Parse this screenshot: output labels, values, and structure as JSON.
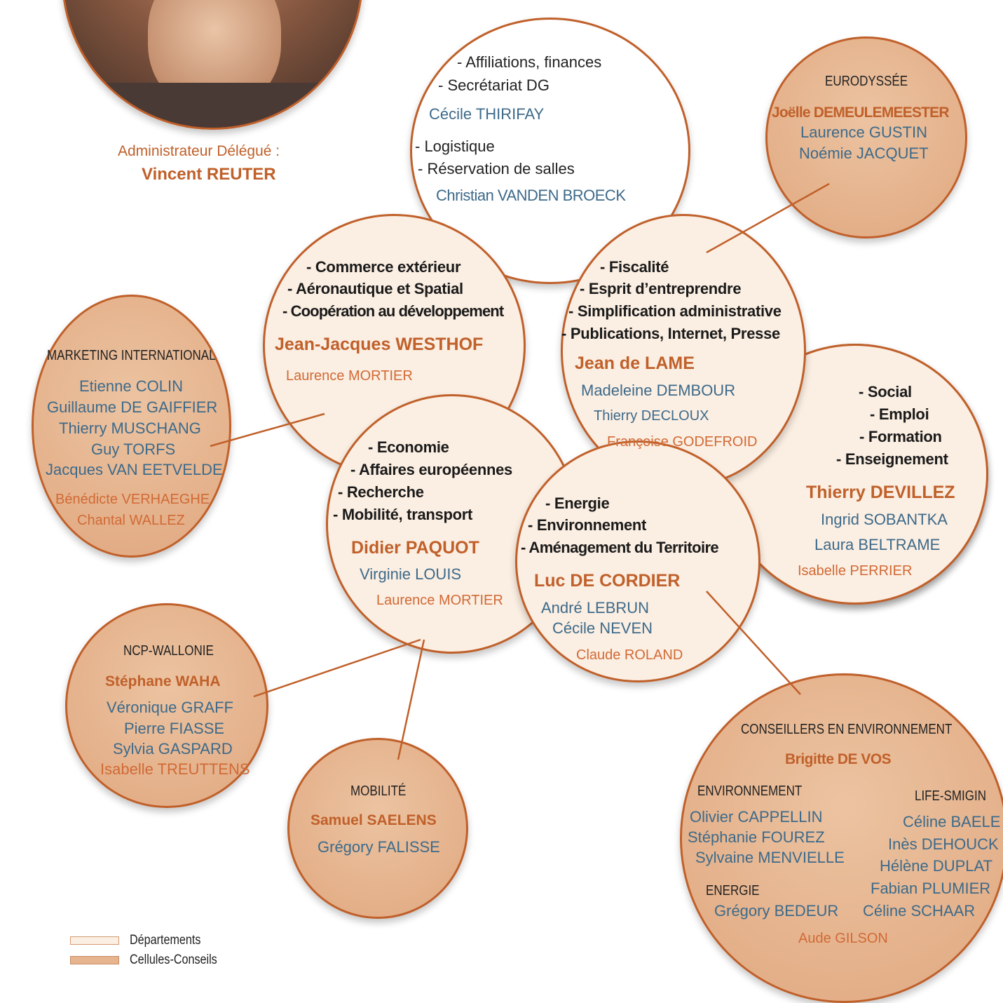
{
  "admin": {
    "role": "Administrateur Délégué :",
    "name": "Vincent REUTER"
  },
  "secretariat": {
    "line1": "- Affiliations, finances",
    "line2": "- Secrétariat DG",
    "person1": "Cécile THIRIFAY",
    "line3": "- Logistique",
    "line4": "- Réservation de salles",
    "person2": "Christian VANDEN BROECK"
  },
  "eurodyssee": {
    "title": "EURODYSSÉE",
    "lead": "Joëlle DEMEULEMEESTER",
    "members": [
      "Laurence GUSTIN",
      "Noémie JACQUET"
    ]
  },
  "westhof": {
    "topics": [
      "- Commerce extérieur",
      "- Aéronautique et Spatial",
      "- Coopération au développement"
    ],
    "head": "Jean-Jacques WESTHOF",
    "members": [
      "Laurence MORTIER"
    ]
  },
  "delame": {
    "topics": [
      "- Fiscalité",
      "- Esprit d’entreprendre",
      "- Simplification administrative",
      "- Publications, Internet, Presse"
    ],
    "head": "Jean de LAME",
    "members": [
      "Madeleine DEMBOUR",
      "Thierry DECLOUX",
      "Françoise GODEFROID"
    ]
  },
  "marketing": {
    "title": "MARKETING INTERNATIONAL",
    "members": [
      "Etienne COLIN",
      "Guillaume DE GAIFFIER",
      "Thierry MUSCHANG",
      "Guy TORFS",
      "Jacques VAN EETVELDE",
      "Bénédicte VERHAEGHE",
      "Chantal WALLEZ"
    ]
  },
  "devillez": {
    "topics": [
      "- Social",
      "- Emploi",
      "- Formation",
      "- Enseignement"
    ],
    "head": "Thierry DEVILLEZ",
    "members": [
      "Ingrid SOBANTKA",
      "Laura BELTRAME",
      "Isabelle PERRIER"
    ]
  },
  "paquot": {
    "topics": [
      "- Economie",
      "- Affaires européennes",
      "- Recherche",
      "- Mobilité, transport"
    ],
    "head": "Didier PAQUOT",
    "members": [
      "Virginie LOUIS",
      "Laurence MORTIER"
    ]
  },
  "decordier": {
    "topics": [
      "- Energie",
      "- Environnement",
      "- Aménagement du Territoire"
    ],
    "head": "Luc DE CORDIER",
    "members": [
      "André LEBRUN",
      "Cécile NEVEN",
      "Claude ROLAND"
    ]
  },
  "ncp": {
    "title": "NCP-WALLONIE",
    "lead": "Stéphane WAHA",
    "members": [
      "Véronique GRAFF",
      "Pierre FIASSE",
      "Sylvia GASPARD",
      "Isabelle TREUTTENS"
    ]
  },
  "mobilite": {
    "title": "MOBILITÉ",
    "lead": "Samuel SAELENS",
    "members": [
      "Grégory FALISSE"
    ]
  },
  "conseillers": {
    "title": "CONSEILLERS EN ENVIRONNEMENT",
    "lead": "Brigitte DE VOS",
    "env_title": "ENVIRONNEMENT",
    "env_members": [
      "Olivier CAPPELLIN",
      "Stéphanie FOUREZ",
      "Sylvaine MENVIELLE"
    ],
    "energie_title": "ENERGIE",
    "energie_members": [
      "Grégory BEDEUR"
    ],
    "life_title": "LIFE-SMIGIN",
    "life_members": [
      "Céline BAELE",
      "Inès DEHOUCK",
      "Hélène DUPLAT",
      "Fabian PLUMIER",
      "Céline SCHAAR"
    ],
    "footer": "Aude GILSON"
  },
  "legend": {
    "departements": "Départements",
    "cellules": "Cellules-Conseils"
  },
  "colors": {
    "accent": "#c0602a",
    "dept_fill": "#fbeee2",
    "cell_fill": "#e6b48e",
    "person_blue": "#3d6a8a"
  }
}
